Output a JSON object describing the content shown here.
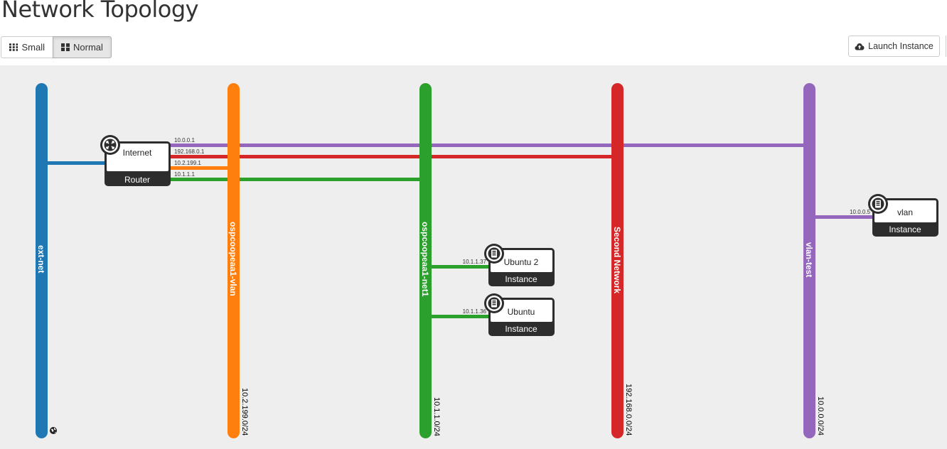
{
  "page": {
    "title": "Network Topology"
  },
  "toolbar": {
    "small_label": "Small",
    "normal_label": "Normal",
    "launch_label": "Launch Instance"
  },
  "colors": {
    "ext_net": "#1f77b4",
    "vlan_net": "#ff7f0e",
    "net1": "#2ca02c",
    "second": "#d62728",
    "vlan_test": "#9467bd",
    "node_dark": "#2d2d2d"
  },
  "networks": [
    {
      "id": "ext",
      "name": "ext-net",
      "cidr": "",
      "color": "#1f77b4"
    },
    {
      "id": "vlan",
      "name": "ospcoopeaa1-vlan",
      "cidr": "10.2.199.0/24",
      "color": "#ff7f0e"
    },
    {
      "id": "net1",
      "name": "ospcoopeaa1-net1",
      "cidr": "10.1.1.0/24",
      "color": "#2ca02c"
    },
    {
      "id": "second",
      "name": "Second Network",
      "cidr": "192.168.0.0/24",
      "color": "#d62728"
    },
    {
      "id": "vlantest",
      "name": "vlan-test",
      "cidr": "10.0.0.0/24",
      "color": "#9467bd"
    }
  ],
  "router": {
    "name": "Internet",
    "type": "Router",
    "icon": "router-icon",
    "ports": [
      {
        "ip": "10.0.0.1",
        "network": "vlantest"
      },
      {
        "ip": "192.168.0.1",
        "network": "second"
      },
      {
        "ip": "10.2.199.1",
        "network": "vlan"
      },
      {
        "ip": "10.1.1.1",
        "network": "net1"
      }
    ]
  },
  "instances": [
    {
      "name": "vlan",
      "type": "Instance",
      "ip": "10.0.0.5",
      "network": "vlantest",
      "icon": "server-icon"
    },
    {
      "name": "Ubuntu 2",
      "type": "Instance",
      "ip": "10.1.1.37",
      "network": "net1",
      "icon": "server-icon"
    },
    {
      "name": "Ubuntu",
      "type": "Instance",
      "ip": "10.1.1.36",
      "network": "net1",
      "icon": "server-icon"
    }
  ],
  "external_icon": "globe-icon"
}
